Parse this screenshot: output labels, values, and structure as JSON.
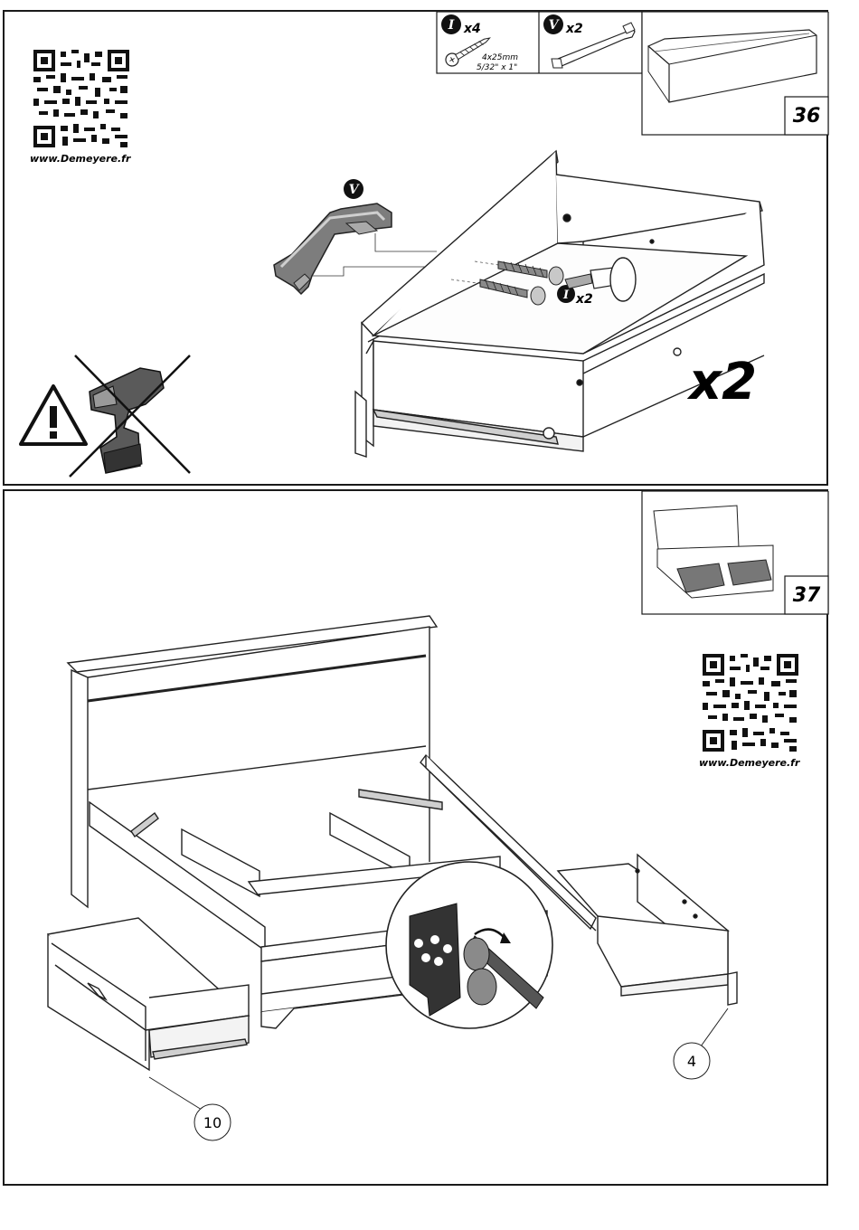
{
  "step36": {
    "number": "36",
    "website": "www.Demeyere.fr",
    "parts": [
      {
        "letter": "I",
        "qty": "x4",
        "size_mm": "4x25mm",
        "size_in": "5/32\" x 1\""
      },
      {
        "letter": "V",
        "qty": "x2"
      }
    ],
    "diagram": {
      "handle_part": "V",
      "screw_part": "I",
      "screw_qty": "x2",
      "repeat": "x2"
    }
  },
  "step37": {
    "number": "37",
    "website": "www.Demeyere.fr",
    "callouts": [
      "10",
      "4"
    ]
  },
  "icons": [
    "qr-code-icon",
    "warning-triangle-icon",
    "no-power-drill-icon",
    "screw-icon",
    "handle-icon",
    "screwdriver-icon",
    "rotation-arrow-icon"
  ]
}
